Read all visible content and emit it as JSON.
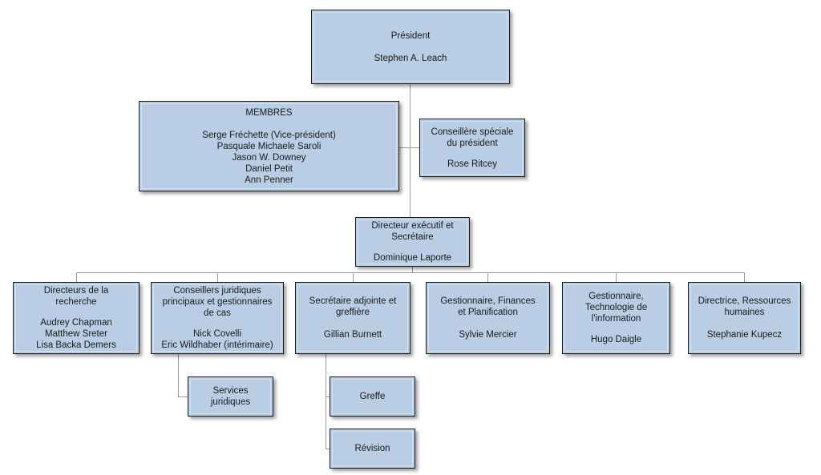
{
  "chart": {
    "type": "org-chart",
    "language": "fr",
    "colors": {
      "node_fill": "#b9cde4",
      "node_border": "#1b1b1b",
      "node_bevel": "#d4e2f1",
      "connector": "#9a9a9a",
      "background": "#ffffff",
      "text": "#1a1a1a"
    }
  },
  "nodes": {
    "president": {
      "title": "Président",
      "names": "Stephen A. Leach"
    },
    "membres": {
      "title": "MEMBRES",
      "names": "Serge Fréchette (Vice-président)\nPasquale Michaele Saroli\nJason W. Downey\nDaniel Petit\nAnn Penner"
    },
    "conseillere_speciale": {
      "title": "Conseillère spéciale\ndu président",
      "names": "Rose Ritcey"
    },
    "directeur_executif": {
      "title": "Directeur exécutif et\nSecrétaire",
      "names": "Dominique Laporte"
    },
    "directeurs_recherche": {
      "title": "Directeurs de la\nrecherche",
      "names": "Audrey Chapman\nMatthew Sreter\nLisa Backa Demers"
    },
    "conseillers_juridiques": {
      "title": "Conseillers juridiques\nprincipaux et gestionnaires\nde cas",
      "names": "Nick Covelli\nEric Wildhaber (intérimaire)"
    },
    "secretaire_adjointe": {
      "title": "Secrétaire adjointe et\ngreffière",
      "names": "Gillian Burnett"
    },
    "gestionnaire_finances": {
      "title": "Gestionnaire, Finances\net Planification",
      "names": "Sylvie Mercier"
    },
    "gestionnaire_ti": {
      "title": "Gestionnaire,\nTechnologie de\nl'information",
      "names": "Hugo Daigle"
    },
    "directrice_rh": {
      "title": "Directrice, Ressources\nhumaines",
      "names": "Stephanie Kupecz"
    },
    "services_juridiques": {
      "title": "Services\njuridiques"
    },
    "greffe": {
      "title": "Greffe"
    },
    "revision": {
      "title": "Révision"
    }
  }
}
